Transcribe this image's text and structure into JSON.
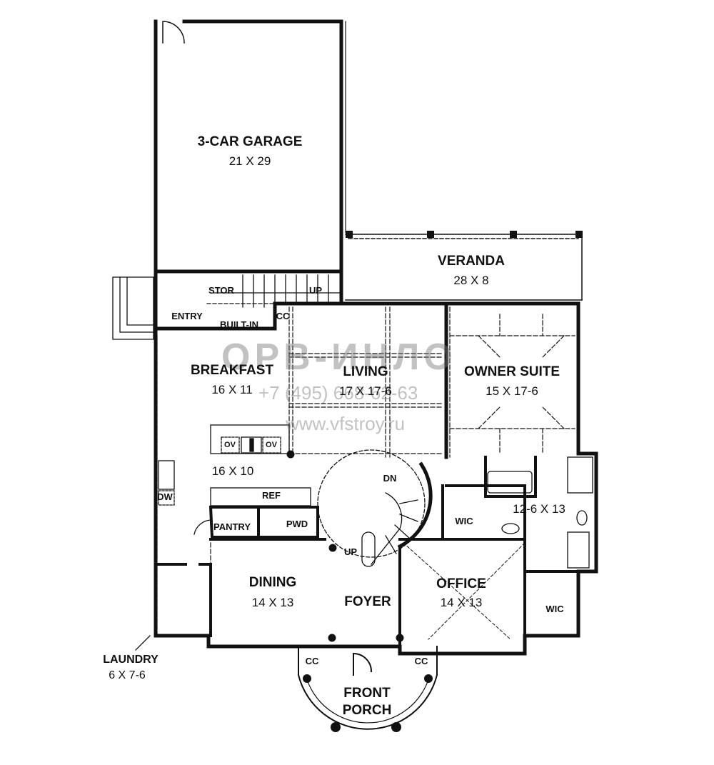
{
  "rooms": {
    "garage": {
      "name": "3-CAR GARAGE",
      "size": "21 X 29"
    },
    "veranda": {
      "name": "VERANDA",
      "size": "28 X 8"
    },
    "breakfast": {
      "name": "BREAKFAST",
      "size": "16 X 11"
    },
    "living": {
      "name": "LIVING",
      "size": "17 X 17-6"
    },
    "owner_suite": {
      "name": "OWNER SUITE",
      "size": "15 X 17-6"
    },
    "kitchen": {
      "size": "16 X 10"
    },
    "owner_bath": {
      "size": "12-6 X 13"
    },
    "dining": {
      "name": "DINING",
      "size": "14 X 13"
    },
    "foyer": {
      "name": "FOYER"
    },
    "office": {
      "name": "OFFICE",
      "size": "14 X 13"
    },
    "laundry": {
      "name": "LAUNDRY",
      "size": "6 X 7-6"
    },
    "front_porch": {
      "name": "FRONT",
      "name2": "PORCH"
    }
  },
  "labels": {
    "stor": "STOR",
    "up_garage": "UP",
    "entry": "ENTRY",
    "built_in": "BUILT-IN",
    "cc_top": "CC",
    "ov1": "OV",
    "ov2": "OV",
    "dw": "DW",
    "ref": "REF",
    "pantry": "PANTRY",
    "pwd": "PWD",
    "dn": "DN",
    "up_foyer": "UP",
    "wic_suite": "WIC",
    "wic_right": "WIC",
    "cc_left": "CC",
    "cc_right": "CC"
  },
  "watermark": {
    "logo": "ОРВ-ИНЛО",
    "phone": "+7 (495) 668-62-63",
    "url": "www.vfstroy.ru"
  }
}
